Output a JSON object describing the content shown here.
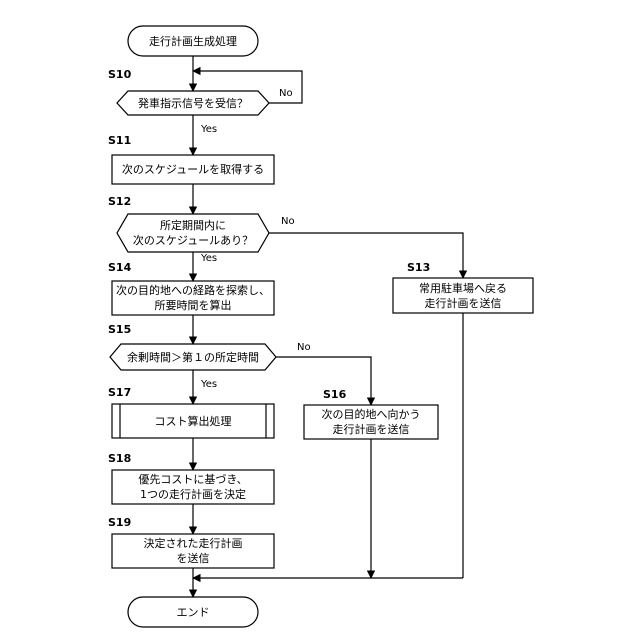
{
  "diagram": {
    "start": "走行計画生成処理",
    "end": "エンド",
    "steps": {
      "s10": {
        "id": "S10",
        "line1": "発車指示信号を受信？"
      },
      "s11": {
        "id": "S11",
        "line1": "次のスケジュールを取得する"
      },
      "s12": {
        "id": "S12",
        "line1": "所定期間内に",
        "line2": "次のスケジュールあり？"
      },
      "s13": {
        "id": "S13",
        "line1": "常用駐車場へ戻る",
        "line2": "走行計画を送信"
      },
      "s14": {
        "id": "S14",
        "line1": "次の目的地への経路を探索し、",
        "line2": "所要時間を算出"
      },
      "s15": {
        "id": "S15",
        "line1": "余剰時間＞第１の所定時間"
      },
      "s16": {
        "id": "S16",
        "line1": "次の目的地へ向かう",
        "line2": "走行計画を送信"
      },
      "s17": {
        "id": "S17",
        "line1": "コスト算出処理"
      },
      "s18": {
        "id": "S18",
        "line1": "優先コストに基づき、",
        "line2": "1つの走行計画を決定"
      },
      "s19": {
        "id": "S19",
        "line1": "決定された走行計画",
        "line2": "を送信"
      }
    },
    "labels": {
      "yes": "Yes",
      "no": "No"
    }
  }
}
